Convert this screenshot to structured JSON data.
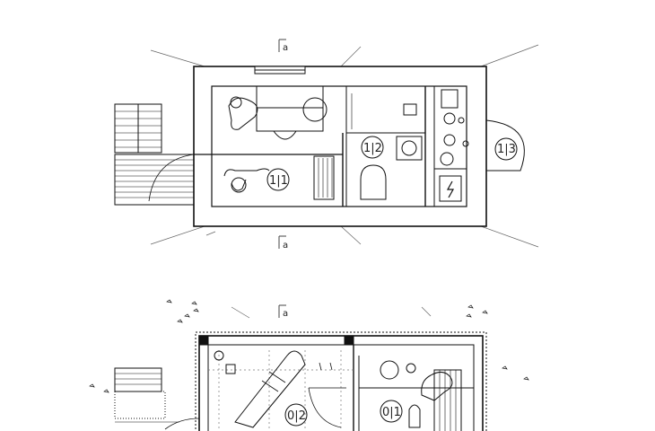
{
  "drawing": {
    "section_marker": "a",
    "upper_plan": {
      "room_labels": [
        "1|1",
        "1|2",
        "1|3"
      ]
    },
    "lower_plan": {
      "room_labels": [
        "0|2",
        "0|1"
      ]
    }
  }
}
